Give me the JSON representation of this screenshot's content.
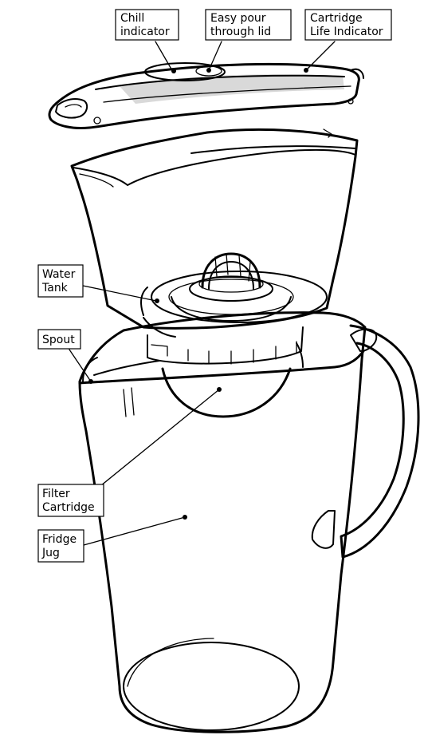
{
  "labels": {
    "chill_indicator": [
      "Chill",
      "indicator"
    ],
    "easy_pour": [
      "Easy pour",
      "through lid"
    ],
    "cartridge_life": [
      "Cartridge",
      "Life Indicator"
    ],
    "water_tank": [
      "Water",
      "Tank"
    ],
    "spout": [
      "Spout"
    ],
    "filter_cartridge": [
      "Filter",
      "Cartridge"
    ],
    "fridge_jug": [
      "Fridge",
      "Jug"
    ]
  },
  "colors": {
    "ink": "#000000",
    "lid_shade": "#d9d9d9",
    "background": "#ffffff"
  }
}
